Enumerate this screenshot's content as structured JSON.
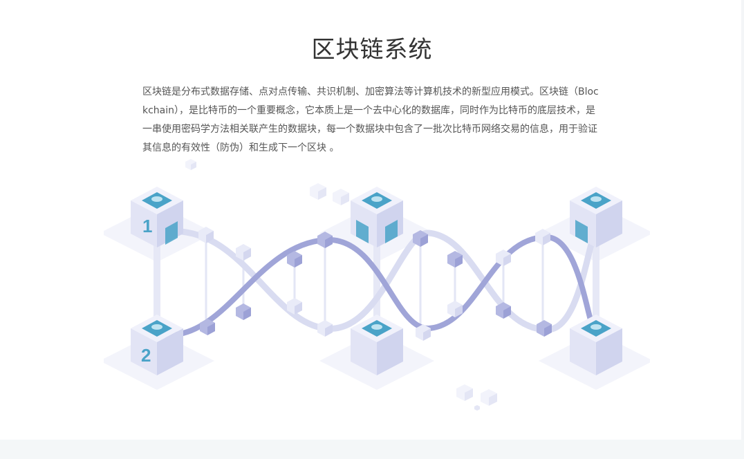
{
  "section": {
    "title": "区块链系统",
    "description": "区块链是分布式数据存储、点对点传输、共识机制、加密算法等计算机技术的新型应用模式。区块链（Blockchain），是比特币的一个重要概念，它本质上是一个去中心化的数据库，同时作为比特币的底层技术，是一串使用密码学方法相关联产生的数据块，每一个数据块中包含了一批次比特币网络交易的信息，用于验证其信息的有效性（防伪）和生成下一个区块 。"
  },
  "illustration": {
    "block_labels": [
      "1",
      "2"
    ],
    "colors": {
      "accent": "#4aa3c8",
      "strand_dark": "#9aa0d6",
      "strand_light": "#d7dbf0",
      "cube_top": "#eef0fb",
      "cube_left": "#dde0f3",
      "cube_right": "#ccd0ec"
    }
  }
}
